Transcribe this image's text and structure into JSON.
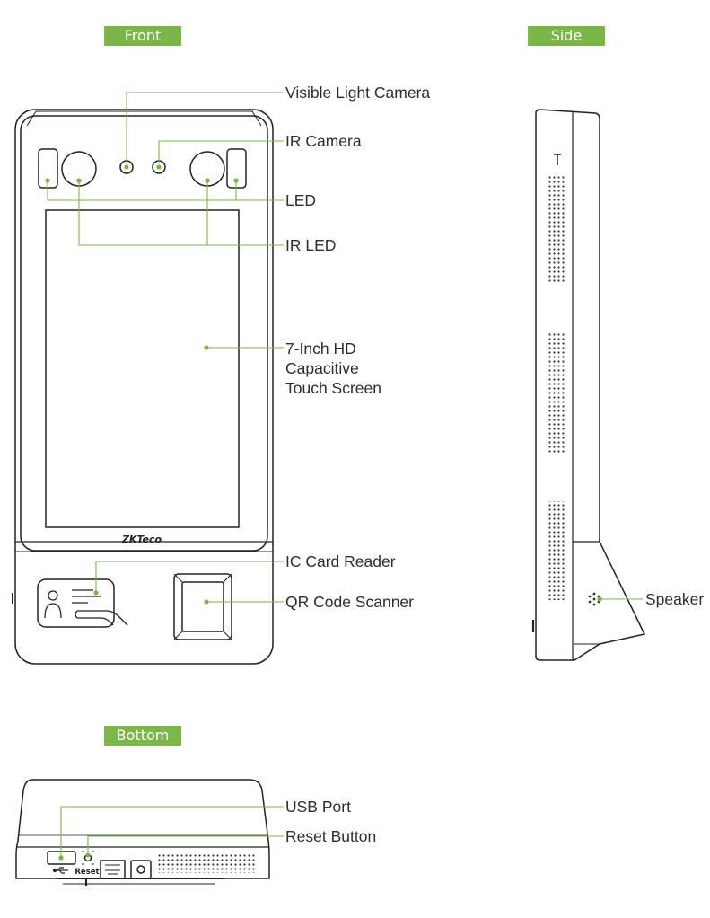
{
  "views": {
    "front": "Front",
    "side": "Side",
    "bottom": "Bottom"
  },
  "callouts": {
    "visible_light_camera": "Visible Light Camera",
    "ir_camera": "IR Camera",
    "led": "LED",
    "ir_led": "IR LED",
    "touch_screen_line1": "7-Inch HD",
    "touch_screen_line2": "Capacitive",
    "touch_screen_line3": "Touch Screen",
    "ic_card_reader": "IC Card Reader",
    "qr_code_scanner": "QR Code Scanner",
    "speaker": "Speaker",
    "usb_port": "USB Port",
    "reset_button": "Reset Button"
  },
  "device_marks": {
    "logo": "ZKTeco",
    "reset_engraving": "Reset"
  },
  "colors": {
    "accent": "#7ab648",
    "outline": "#222222"
  }
}
